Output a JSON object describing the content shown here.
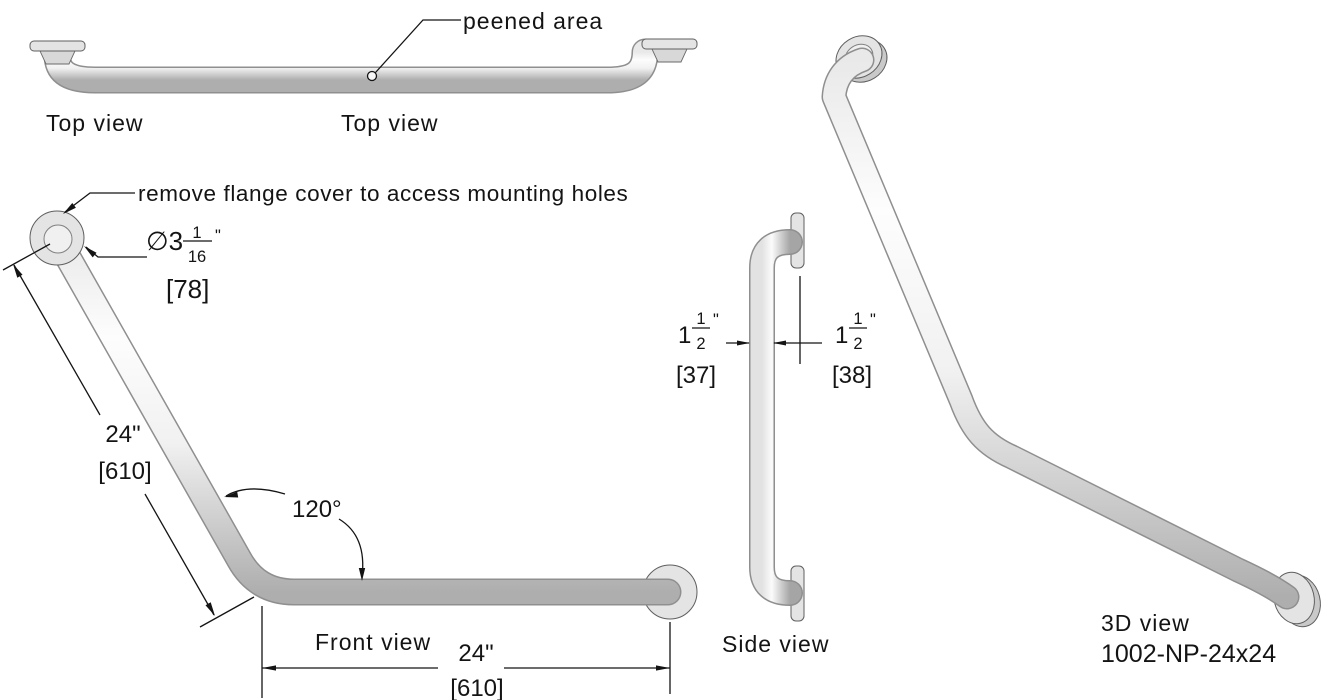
{
  "drawing": {
    "views": {
      "top": {
        "label_left": "Top view",
        "label_center": "Top view",
        "peened_callout": "peened area"
      },
      "front": {
        "label": "Front view",
        "flange_callout": "remove flange cover to access mounting holes",
        "flange_diameter": {
          "label": "∅3",
          "numerator": "1",
          "denominator": "16",
          "unit": "\"",
          "metric": "[78]"
        },
        "leg_length": {
          "imperial": "24\"",
          "metric": "[610]"
        },
        "base_length": {
          "imperial": "24\"",
          "metric": "[610]"
        },
        "bend_angle": "120°"
      },
      "side": {
        "label": "Side view",
        "bar_diameter": {
          "label": "1",
          "numerator": "1",
          "denominator": "2",
          "unit": "\"",
          "metric": "[37]"
        },
        "wall_clearance": {
          "label": "1",
          "numerator": "1",
          "denominator": "2",
          "unit": "\"",
          "metric": "[38]"
        }
      },
      "iso": {
        "label": "3D view",
        "part_number": "1002-NP-24x24"
      }
    },
    "colors": {
      "line": "#141414",
      "tube_light": "#ffffff",
      "tube_dark": "#ababab",
      "flange_fill": "#e4e4e4",
      "background": "#ffffff"
    }
  }
}
